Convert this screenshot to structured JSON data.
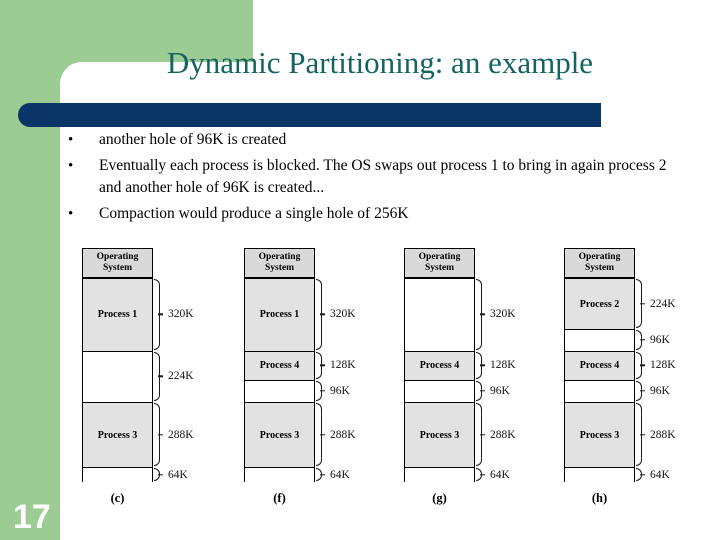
{
  "slide": {
    "title": "Dynamic Partitioning: an example",
    "page_number": "17",
    "colors": {
      "accent_green": "#9ccb93",
      "title_teal": "#156462",
      "bar_navy": "#0a3566",
      "process_fill": "#e2e2e2",
      "os_fill": "#d9d9d9",
      "background": "#ffffff"
    }
  },
  "bullets": [
    {
      "marker": "•",
      "text": "another hole of 96K is created"
    },
    {
      "marker": "•",
      "text": "Eventually each process is blocked. The OS swaps out process 1 to bring in again process 2 and another hole of 96K is created..."
    },
    {
      "marker": "•",
      "text": "Compaction would produce a single hole of 256K"
    }
  ],
  "figures": [
    {
      "caption": "(c)",
      "segments": [
        {
          "label": "Operating System",
          "size": "",
          "kind": "os",
          "kb": 0
        },
        {
          "label": "Process 1",
          "size": "320K",
          "kind": "used",
          "kb": 320
        },
        {
          "label": "",
          "size": "224K",
          "kind": "hole",
          "kb": 224
        },
        {
          "label": "Process 3",
          "size": "288K",
          "kind": "used",
          "kb": 288
        },
        {
          "label": "",
          "size": "64K",
          "kind": "hole",
          "kb": 64
        }
      ]
    },
    {
      "caption": "(f)",
      "segments": [
        {
          "label": "Operating System",
          "size": "",
          "kind": "os",
          "kb": 0
        },
        {
          "label": "Process 1",
          "size": "320K",
          "kind": "used",
          "kb": 320
        },
        {
          "label": "Process 4",
          "size": "128K",
          "kind": "used",
          "kb": 128
        },
        {
          "label": "",
          "size": "96K",
          "kind": "hole",
          "kb": 96
        },
        {
          "label": "Process 3",
          "size": "288K",
          "kind": "used",
          "kb": 288
        },
        {
          "label": "",
          "size": "64K",
          "kind": "hole",
          "kb": 64
        }
      ]
    },
    {
      "caption": "(g)",
      "segments": [
        {
          "label": "Operating System",
          "size": "",
          "kind": "os",
          "kb": 0
        },
        {
          "label": "",
          "size": "320K",
          "kind": "hole",
          "kb": 320
        },
        {
          "label": "Process 4",
          "size": "128K",
          "kind": "used",
          "kb": 128
        },
        {
          "label": "",
          "size": "96K",
          "kind": "hole",
          "kb": 96
        },
        {
          "label": "Process 3",
          "size": "288K",
          "kind": "used",
          "kb": 288
        },
        {
          "label": "",
          "size": "64K",
          "kind": "hole",
          "kb": 64
        }
      ]
    },
    {
      "caption": "(h)",
      "segments": [
        {
          "label": "Operating System",
          "size": "",
          "kind": "os",
          "kb": 0
        },
        {
          "label": "Process 2",
          "size": "224K",
          "kind": "used",
          "kb": 224
        },
        {
          "label": "",
          "size": "96K",
          "kind": "hole",
          "kb": 96
        },
        {
          "label": "Process 4",
          "size": "128K",
          "kind": "used",
          "kb": 128
        },
        {
          "label": "",
          "size": "96K",
          "kind": "hole",
          "kb": 96
        },
        {
          "label": "Process 3",
          "size": "288K",
          "kind": "used",
          "kb": 288
        },
        {
          "label": "",
          "size": "64K",
          "kind": "hole",
          "kb": 64
        }
      ]
    }
  ]
}
